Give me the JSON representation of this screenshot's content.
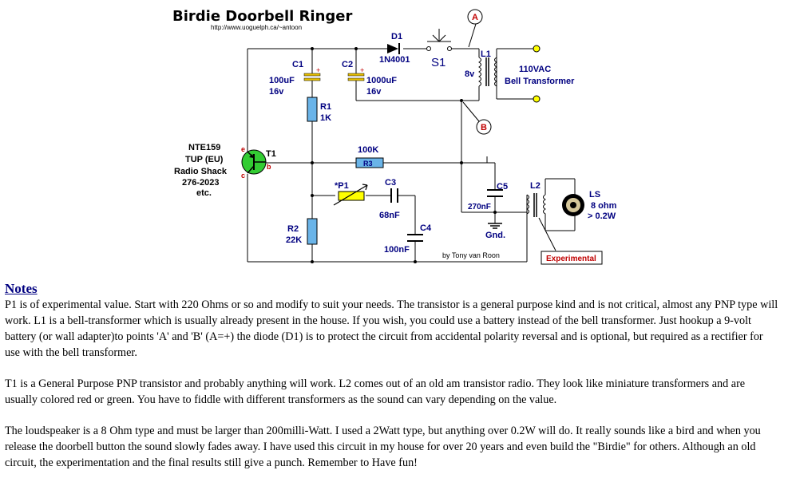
{
  "diagram": {
    "title": "Birdie Doorbell Ringer",
    "url": "http://www.uoguelph.ca/~antoon",
    "credit": "by Tony van Roon",
    "components": {
      "c1": {
        "name": "C1",
        "value": "100uF",
        "voltage": "16v"
      },
      "c2": {
        "name": "C2",
        "value": "1000uF",
        "voltage": "16v"
      },
      "d1": {
        "name": "D1",
        "part": "1N4001"
      },
      "s1": {
        "name": "S1"
      },
      "l1": {
        "name": "L1",
        "voltage": "8v",
        "line": "110VAC",
        "desc": "Bell Transformer"
      },
      "r1": {
        "name": "R1",
        "value": "1K"
      },
      "r2": {
        "name": "R2",
        "value": "22K"
      },
      "r3": {
        "name": "R3",
        "value": "100K"
      },
      "p1": {
        "name": "*P1"
      },
      "c3": {
        "name": "C3",
        "value": "68nF"
      },
      "c4": {
        "name": "C4",
        "value": "100nF"
      },
      "c5": {
        "name": "C5",
        "value": "270nF"
      },
      "l2": {
        "name": "L2"
      },
      "ls": {
        "name": "LS",
        "impedance": "8 ohm",
        "power": "> 0.2W"
      },
      "t1": {
        "name": "T1",
        "lines": [
          "NTE159",
          "TUP (EU)",
          "Radio Shack",
          "276-2023",
          "etc."
        ],
        "pin_e": "e",
        "pin_b": "b",
        "pin_c": "c"
      }
    },
    "points": {
      "a": "A",
      "b": "B"
    },
    "gnd": "Gnd.",
    "experimental": "Experimental",
    "plus": "+"
  },
  "notes": {
    "heading": "Notes",
    "paragraphs": [
      "P1 is of experimental value. Start with 220 Ohms or so and modify to suit your needs. The transistor is a general purpose kind and is not critical, almost any PNP type will work. L1 is a bell-transformer which is usually already present in the house. If you wish, you could use a battery instead of the bell transformer. Just hookup a 9-volt battery (or wall adapter)to points 'A' and 'B' (A=+) the diode (D1) is to protect the circuit from accidental polarity reversal and is optional, but required as a rectifier for use with the bell transformer.",
      "T1 is a General Purpose PNP transistor and probably anything will work. L2 comes out of an old am transistor radio. They look like miniature transformers and are usually colored red or green. You have to fiddle with different transformers as the sound can vary depending on the value.",
      "The loudspeaker is a 8 Ohm type and must be larger than 200milli-Watt. I used a 2Watt type, but anything over 0.2W will do. It really sounds like a bird and when you release the doorbell button the sound slowly fades away. I have used this circuit in my house for over 20 years and even build the \"Birdie\" for others. Although an old circuit, the experimentation and the final results still give a punch. Remember to Have fun!"
    ]
  }
}
